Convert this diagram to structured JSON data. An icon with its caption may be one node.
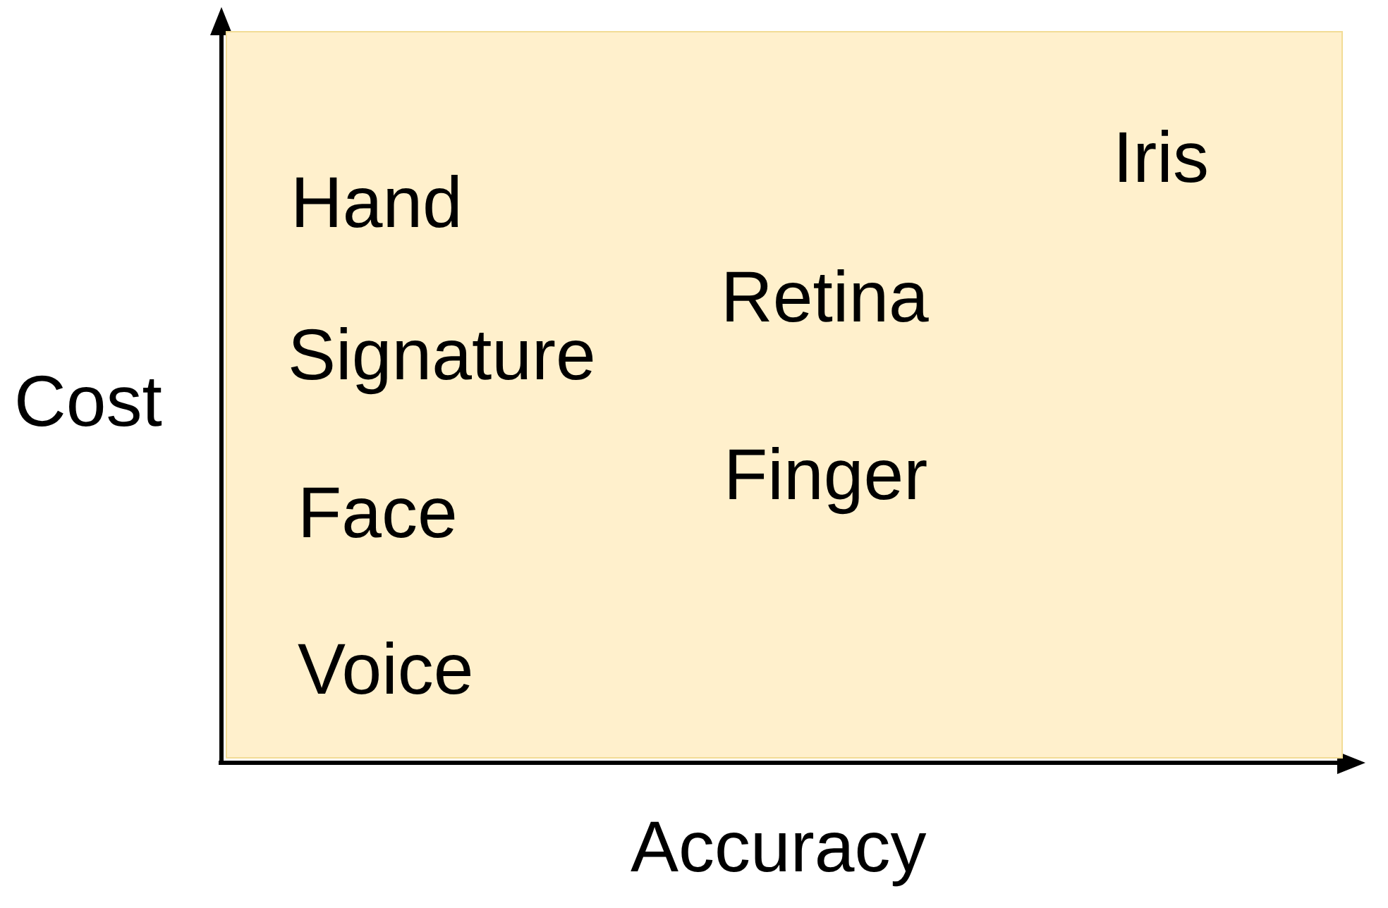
{
  "diagram": {
    "nodes": [
      {
        "text": [
          "Iris",
          "Hand",
          "Retina",
          "Signature",
          "Finger",
          "Face",
          "Voice"
        ]
      }
    ],
    "labels": [
      "Cost",
      "Accuracy"
    ]
  }
}
